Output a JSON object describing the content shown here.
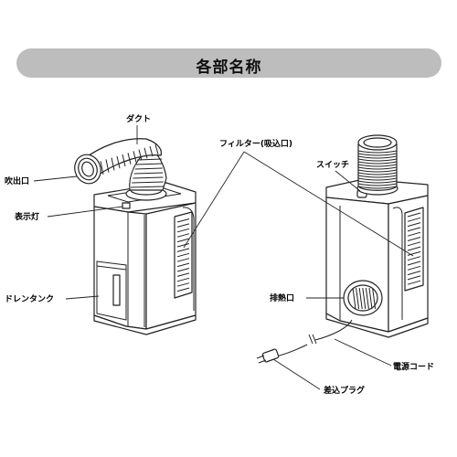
{
  "title": "各部名称",
  "labels": {
    "duct": "ダクト",
    "outlet": "吹出口",
    "indicator": "表示灯",
    "drain_tank": "ドレンタンク",
    "filter": "フィルター(吸込口)",
    "switch": "スイッチ",
    "exhaust": "排熱口",
    "power_cord": "電源コード",
    "plug": "差込プラグ"
  }
}
